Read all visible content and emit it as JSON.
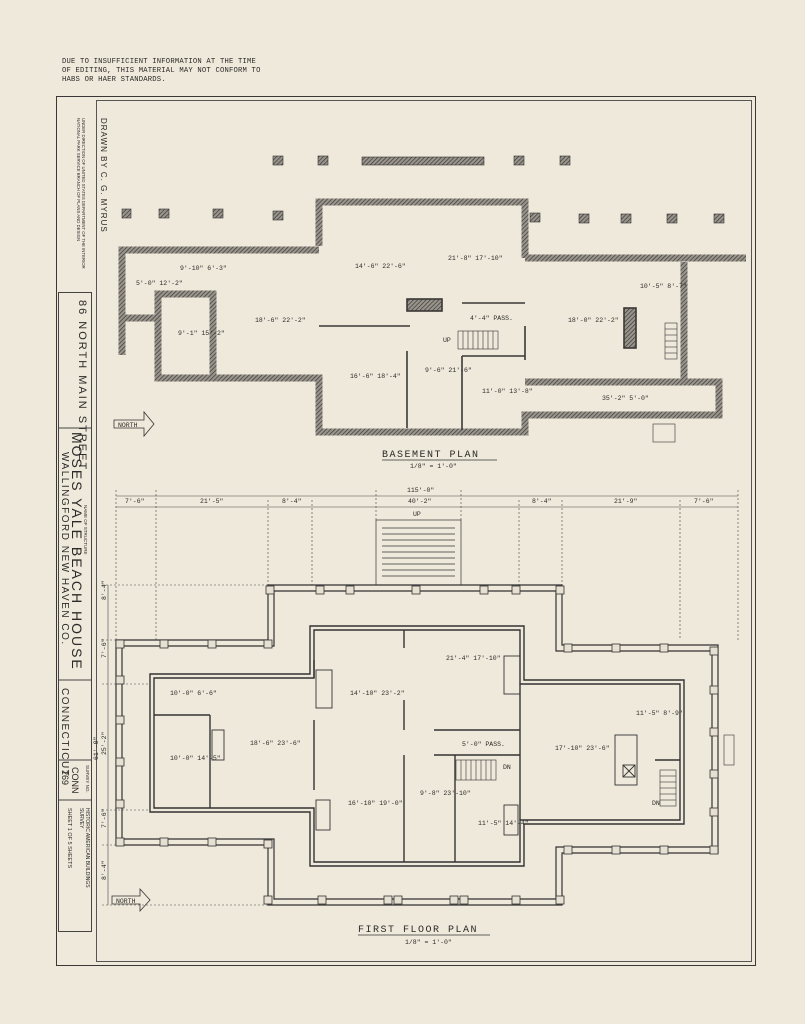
{
  "note": "DUE TO INSUFFICIENT INFORMATION AT THE TIME OF EDITING, THIS MATERIAL MAY NOT CONFORM TO HABS OR HAER STANDARDS.",
  "title_block": {
    "drawn_by": "DRAWN BY C. G. MYRUS",
    "agency": "UNDER DIRECTION OF UNITED STATES DEPARTMENT OF THE INTERIOR NATIONAL PARK SERVICE BRANCH OF PLANS AND DESIGN",
    "address": "86 NORTH MAIN STREET",
    "name_label": "NAME OF STRUCTURE",
    "structure_name": "MOSES YALE BEACH HOUSE",
    "location": "WALLINGFORD   NEW HAVEN CO.",
    "state": "CONNECTICUT",
    "survey_label": "SURVEY NO.",
    "survey_state": "CONN",
    "survey_no": "269",
    "habs": "HISTORIC AMERICAN BUILDINGS SURVEY",
    "sheet": "SHEET 1 OF 5 SHEETS"
  },
  "basement": {
    "title": "BASEMENT PLAN",
    "scale": "1/8\" = 1'-0\"",
    "north": "NORTH",
    "rooms": [
      "5'-0\" 12'-2\"",
      "9'-10\" 6'-3\"",
      "9'-1\" 15'-2\"",
      "18'-6\" 22'-2\"",
      "14'-6\" 22'-6\"",
      "21'-8\" 17'-10\"",
      "4'-4\" PASS.",
      "16'-6\" 18'-4\"",
      "9'-6\" 21'-6\"",
      "11'-0\" 13'-8\"",
      "18'-0\" 22'-2\"",
      "10'-5\" 8'-7\"",
      "35'-2\" 5'-0\""
    ],
    "up": "UP"
  },
  "first_floor": {
    "title": "FIRST FLOOR PLAN",
    "scale": "1/8\" = 1'-0\"",
    "north": "NORTH",
    "overall": "115'-0\"",
    "center": "40'-2\"",
    "dims_top": [
      "7'-6\"",
      "21'-5\"",
      "8'-4\"",
      "8'-4\"",
      "21'-9\"",
      "7'-6\""
    ],
    "dims_left": [
      "8'-4\"",
      "7'-6\"",
      "25'-2\"",
      "61'-0\"",
      "7'-6\"",
      "8'-4\""
    ],
    "rooms": [
      "10'-0\" 6'-6\"",
      "18'-6\" 23'-6\"",
      "10'-0\" 14'-5\"",
      "14'-10\" 23'-2\"",
      "21'-4\" 17'-10\"",
      "5'-0\" PASS.",
      "16'-10\" 19'-0\"",
      "9'-8\" 23'-10\"",
      "11'-5\" 14'-4\"",
      "17'-10\" 23'-6\"",
      "11'-5\" 8'-9\""
    ],
    "up": "UP",
    "dn": "DN"
  }
}
